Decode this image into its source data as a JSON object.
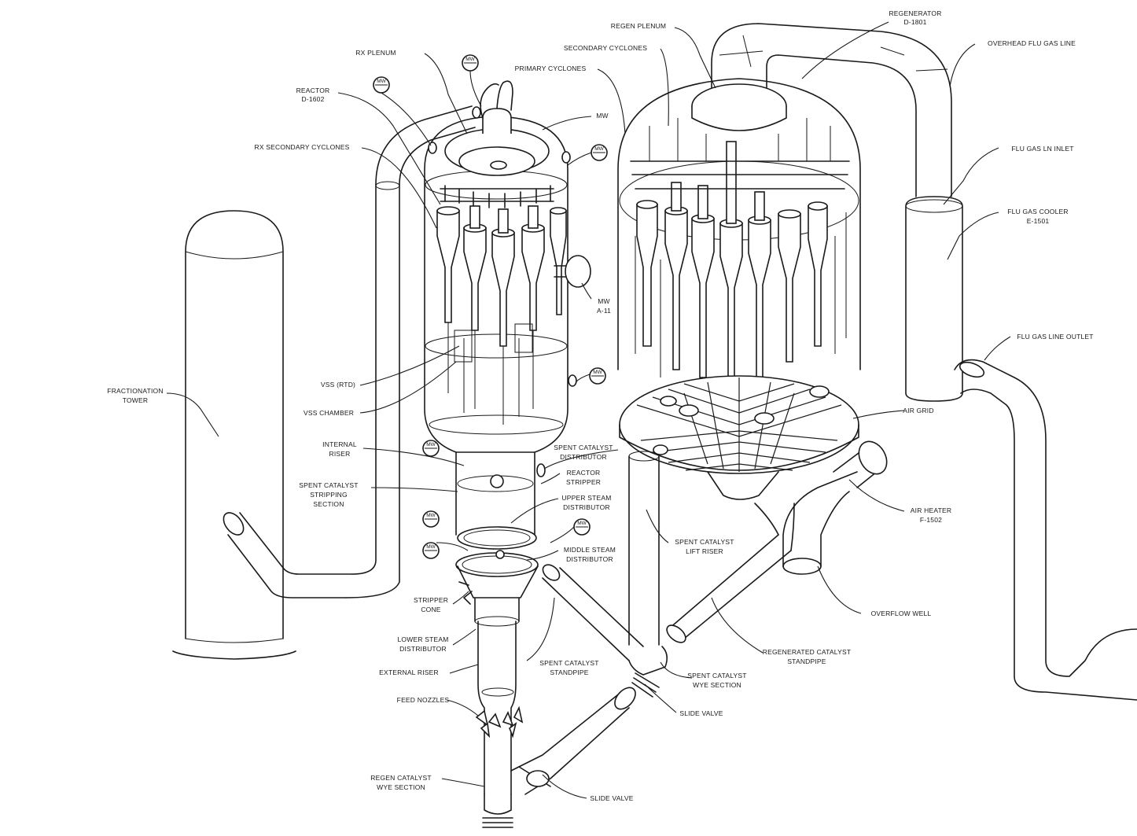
{
  "labels": {
    "regenerator": [
      "REGENERATOR",
      "D-1801"
    ],
    "regen_plenum": "REGEN PLENUM",
    "overhead_flue_gas_line": "OVERHEAD FLU GAS LINE",
    "secondary_cyclones": "SECONDARY CYCLONES",
    "primary_cyclones": "PRIMARY CYCLONES",
    "rx_plenum": "RX PLENUM",
    "reactor": [
      "REACTOR",
      "D-1602"
    ],
    "mw_top": "MW",
    "rx_secondary_cyclones": "RX SECONDARY CYCLONES",
    "flue_gas_line_inlet": "FLU GAS LN INLET",
    "flue_gas_cooler": [
      "FLU GAS COOLER",
      "E-1501"
    ],
    "mw_a11": [
      "MW",
      "A-11"
    ],
    "flue_gas_line_outlet": "FLU GAS LINE OUTLET",
    "fractionation_tower": [
      "FRACTIONATION",
      "TOWER"
    ],
    "vss_rtd": "VSS (RTD)",
    "vss_chamber": "VSS CHAMBER",
    "air_grid": "AIR GRID",
    "internal_riser": [
      "INTERNAL",
      "RISER"
    ],
    "spent_catalyst_distributor": [
      "SPENT CATALYST",
      "DISTRIBUTOR"
    ],
    "reactor_stripper": [
      "REACTOR",
      "STRIPPER"
    ],
    "spent_catalyst_stripping_section": [
      "SPENT CATALYST",
      "STRIPPING",
      "SECTION"
    ],
    "upper_steam_distributor": [
      "UPPER STEAM",
      "DISTRIBUTOR"
    ],
    "air_heater": [
      "AIR HEATER",
      "F-1502"
    ],
    "spent_catalyst_lift_riser": [
      "SPENT CATALYST",
      "LIFT RISER"
    ],
    "middle_steam_distributor": [
      "MIDDLE STEAM",
      "DISTRIBUTOR"
    ],
    "stripper_cone": [
      "STRIPPER",
      "CONE"
    ],
    "overflow_well": "OVERFLOW WELL",
    "lower_steam_distributor": [
      "LOWER STEAM",
      "DISTRIBUTOR"
    ],
    "regenerated_catalyst_standpipe": [
      "REGENERATED CATALYST",
      "STANDPIPE"
    ],
    "spent_catalyst_standpipe": [
      "SPENT CATALYST",
      "STANDPIPE"
    ],
    "external_riser": "EXTERNAL RISER",
    "spent_catalyst_wye_section": [
      "SPENT CATALYST",
      "WYE SECTION"
    ],
    "slide_valve_upper": "SLIDE VALVE",
    "feed_nozzles": "FEED NOZZLES",
    "regen_catalyst_wye_section": [
      "REGEN CATALYST",
      "WYE SECTION"
    ],
    "slide_valve_lower": "SLIDE VALVE"
  },
  "tags": {
    "mw": "MW",
    "mw_tag_nums": [
      "",
      "",
      "",
      "",
      "",
      "",
      ""
    ]
  }
}
